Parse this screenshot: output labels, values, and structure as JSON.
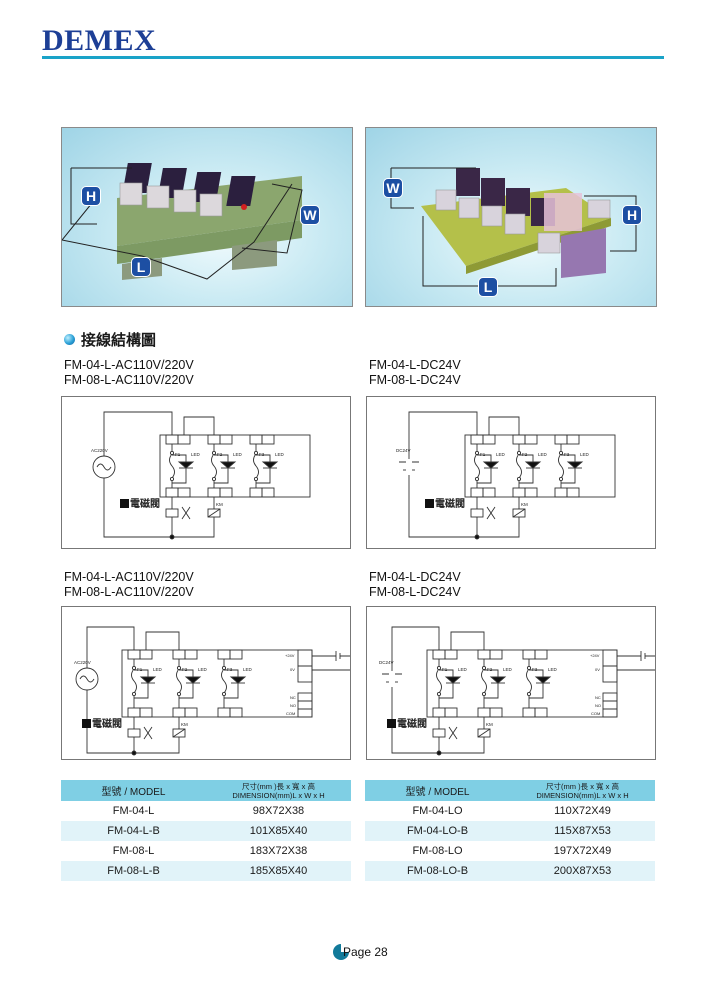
{
  "header": {
    "logo": "DEMEX"
  },
  "photos": [
    {
      "name": "relay-board-photo-1",
      "labels": {
        "h": "H",
        "w": "W",
        "l": "L"
      }
    },
    {
      "name": "relay-board-photo-2",
      "labels": {
        "w": "W",
        "h": "H",
        "l": "L"
      }
    }
  ],
  "section": {
    "title": "接線結構圖"
  },
  "diagrams": [
    {
      "caption": [
        "FM-04-L-AC110V/220V",
        "FM-08-L-AC110V/220V"
      ],
      "source_label": "AC220V",
      "source_type": "ac",
      "extended": false
    },
    {
      "caption": [
        "FM-04-L-DC24V",
        "FM-08-L-DC24V"
      ],
      "source_label": "DC24V",
      "source_type": "dc",
      "extended": false
    },
    {
      "caption": [
        "FM-04-L-AC110V/220V",
        "FM-08-L-AC110V/220V"
      ],
      "source_label": "AC220V",
      "source_type": "ac",
      "extended": true
    },
    {
      "caption": [
        "FM-04-L-DC24V",
        "FM-08-L-DC24V"
      ],
      "source_label": "DC24V",
      "source_type": "dc",
      "extended": true
    }
  ],
  "circuit_labels": {
    "fuses": [
      "F1",
      "F2",
      "F3"
    ],
    "led": "LED",
    "valve": "電磁閥",
    "km": "KM",
    "plus24": "+24V",
    "zero": "0V",
    "nc": "NC",
    "no": "NO",
    "com": "COM"
  },
  "tables": [
    {
      "header_model": "型號 / MODEL",
      "header_dim_1": "尺寸(mm )長 x 寬 x 高",
      "header_dim_2": "DIMENSION(mm)L x W x H",
      "rows": [
        {
          "model": "FM-04-L",
          "dim": "98X72X38"
        },
        {
          "model": "FM-04-L-B",
          "dim": "101X85X40"
        },
        {
          "model": "FM-08-L",
          "dim": "183X72X38"
        },
        {
          "model": "FM-08-L-B",
          "dim": "185X85X40"
        }
      ]
    },
    {
      "header_model": "型號 / MODEL",
      "header_dim_1": "尺寸(mm )長 x 寬 x 高",
      "header_dim_2": "DIMENSION(mm)L x W x H",
      "rows": [
        {
          "model": "FM-04-LO",
          "dim": "110X72X49"
        },
        {
          "model": "FM-04-LO-B",
          "dim": "115X87X53"
        },
        {
          "model": "FM-08-LO",
          "dim": "197X72X49"
        },
        {
          "model": "FM-08-LO-B",
          "dim": "200X87X53"
        }
      ]
    }
  ],
  "footer": {
    "page": "Page 28"
  },
  "colors": {
    "brand": "#1d3f96",
    "rule": "#1aa3c8",
    "table_header": "#7fcfe4",
    "table_alt": "#e1f3f9",
    "badge": "#1d4fa3"
  }
}
